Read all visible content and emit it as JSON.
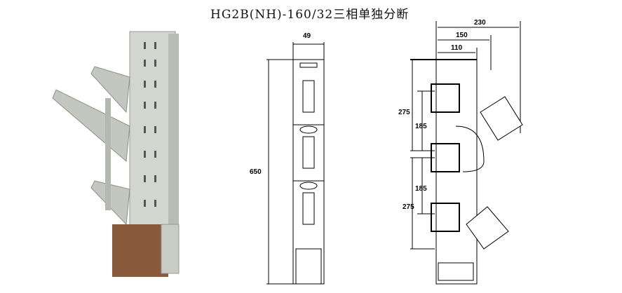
{
  "title": "HG2B(NH)-160/32三相单独分断",
  "front_view": {
    "width_dim": "49",
    "height_dim": "650"
  },
  "side_view": {
    "depth_dims": [
      "230",
      "150",
      "110"
    ],
    "pitch_dims": [
      "275",
      "185",
      "185",
      "275"
    ]
  },
  "colors": {
    "body": "#c9ccc4",
    "base": "#8a5a3c",
    "line": "#000000"
  }
}
